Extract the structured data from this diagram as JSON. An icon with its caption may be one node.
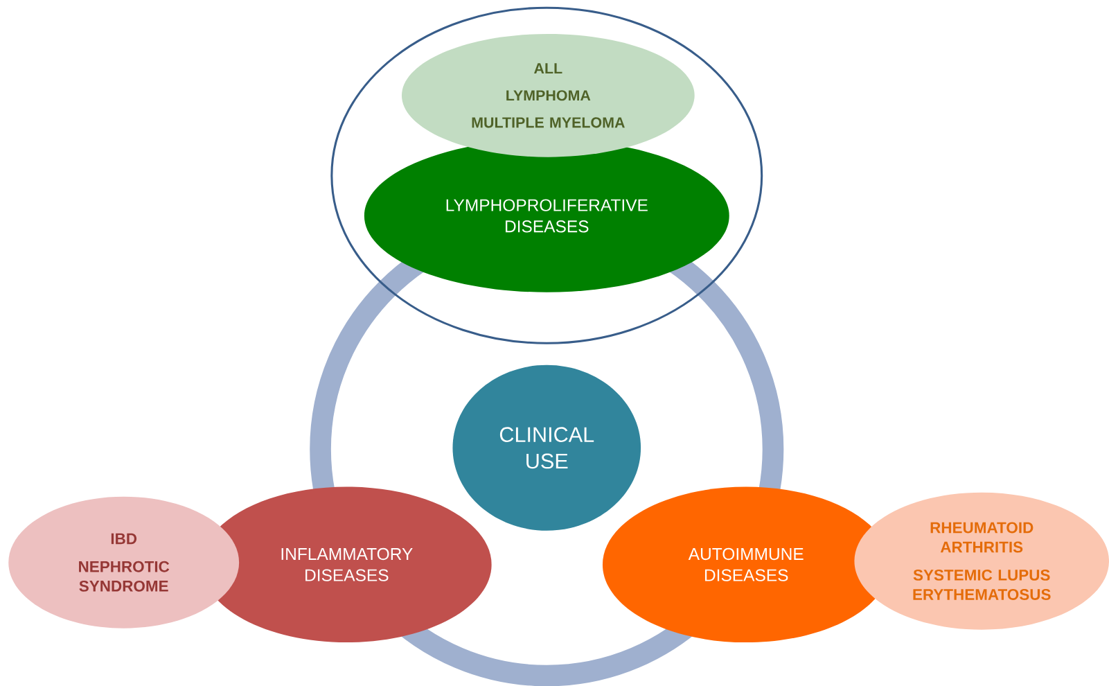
{
  "diagram": {
    "nodes": [
      {
        "text": [],
        "shape": "circle"
      },
      {
        "text": [
          "ALL",
          "LYMPHOMA",
          "MULTIPLE MYELOMA"
        ],
        "in": 0
      },
      {
        "text": [
          "LYMPHOPROLIFERATIVE DISEASES"
        ],
        "in": 0
      },
      {
        "text": [
          "CLINICAL USE"
        ]
      },
      {
        "text": [
          "IBD",
          "NEPHROTIC SYNDROME"
        ]
      },
      {
        "text": [
          "INFLAMMATORY DISEASES"
        ]
      },
      {
        "text": [
          "AUTOIMMUNE DISEASES"
        ]
      },
      {
        "text": [
          "RHEUMATOID ARTHRITIS",
          "SYSTEMIC LUPUS ERYTHEMATOSUS"
        ]
      }
    ]
  }
}
